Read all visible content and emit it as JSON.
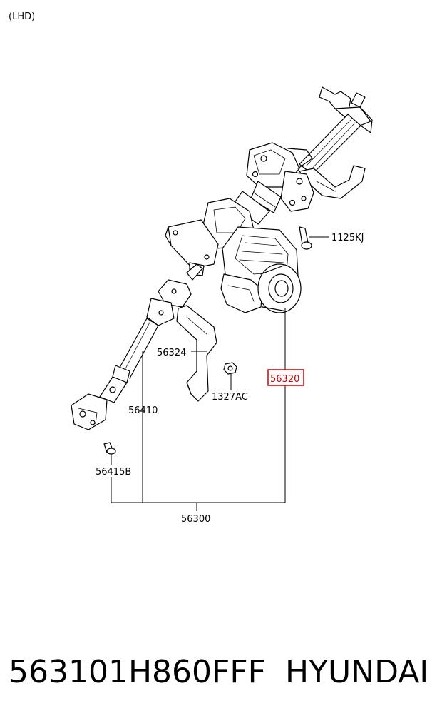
{
  "diagram": {
    "variant_label": "(LHD)",
    "highlight_color": "#cc0000",
    "callouts": {
      "p1125kj": "1125KJ",
      "p56320": "56320",
      "p56324": "56324",
      "p1327ac": "1327AC",
      "p56410": "56410",
      "p56415b": "56415B",
      "p56300": "56300"
    }
  },
  "footer": {
    "part_number": "563101H860FFF",
    "brand": "HYUNDAI"
  }
}
